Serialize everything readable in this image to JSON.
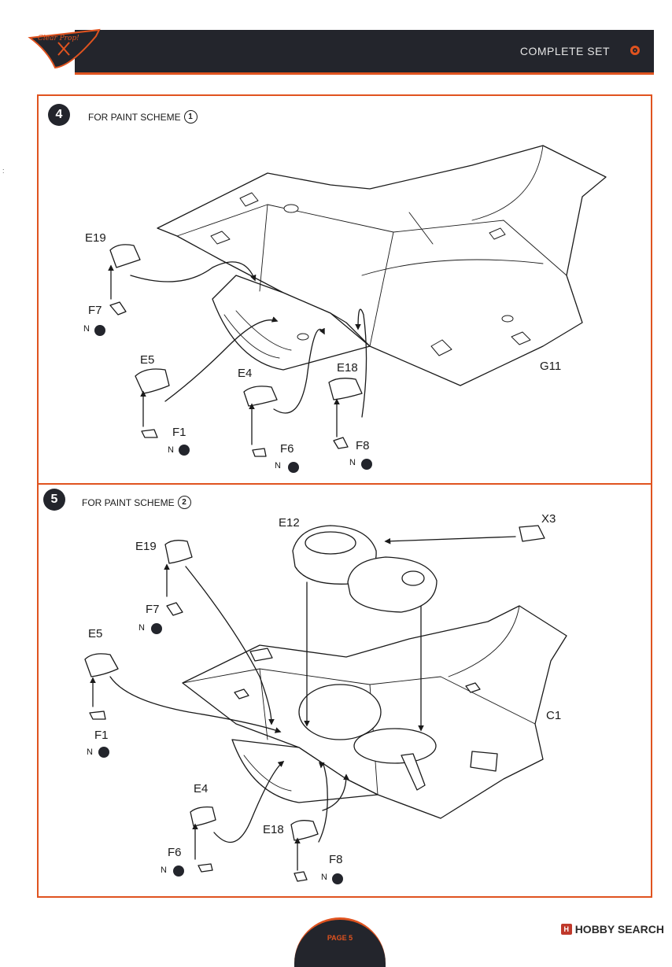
{
  "header": {
    "brand_logo": "Clear Prop!",
    "title": "COMPLETE SET"
  },
  "step4": {
    "number": "4",
    "scheme_label": "FOR PAINT SCHEME",
    "scheme_number": "1",
    "parts": {
      "e19": "E19",
      "f7": "F7",
      "e5": "E5",
      "f1": "F1",
      "e4": "E4",
      "f6": "F6",
      "e18": "E18",
      "f8": "F8",
      "g11": "G11"
    }
  },
  "step5": {
    "number": "5",
    "scheme_label": "FOR PAINT SCHEME",
    "scheme_number": "2",
    "parts": {
      "e12": "E12",
      "x3": "X3",
      "e19": "E19",
      "f7": "F7",
      "e5": "E5",
      "f1": "F1",
      "c1": "C1",
      "e4": "E4",
      "e18": "E18",
      "f6": "F6",
      "f8": "F8"
    }
  },
  "paint_code": "N",
  "footer": {
    "page": "PAGE 5",
    "watermark": "HOBBY SEARCH",
    "watermark_icon": "H"
  },
  "colors": {
    "accent": "#e0531f",
    "dark": "#23252c"
  }
}
